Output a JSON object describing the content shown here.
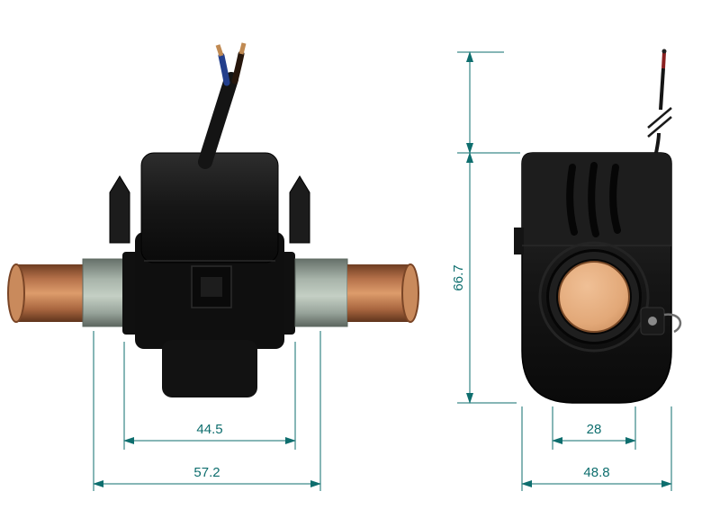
{
  "drawing": {
    "description": "current-transformer-clamp-dimension-drawing",
    "views": {
      "front": {
        "dim_inner_width": "44.5",
        "dim_outer_width": "57.2"
      },
      "side": {
        "dim_body_height": "66.7",
        "dim_hole_width": "28",
        "dim_outer_width": "48.8"
      }
    }
  },
  "colors": {
    "dimension_line": "#0e6e6e",
    "copper_conductor": "#b5714a",
    "sleeve_gray": "#a8b2a9",
    "body_black": "#141414",
    "hole_tan": "#e6ad80",
    "wire_blue": "#233f8c",
    "wire_brown": "#26160c",
    "background": "#ffffff"
  }
}
